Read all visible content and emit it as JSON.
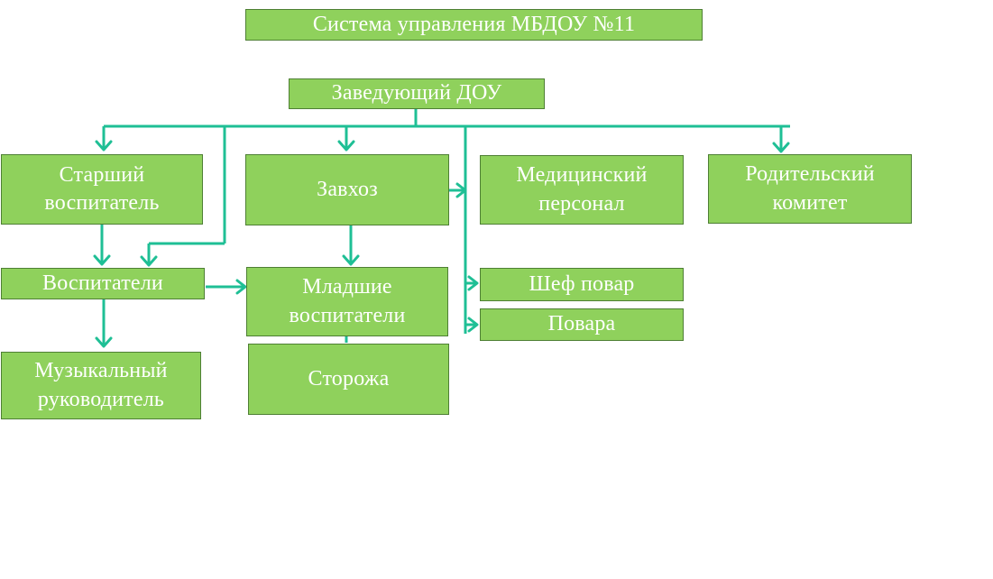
{
  "diagram": {
    "title": "Система управления МБДОУ №11",
    "nodes": {
      "head": "Заведующий ДОУ",
      "senior_educator": "Старший\nвоспитатель",
      "supply_manager": "Завхоз",
      "medical_staff": "Медицинский\nперсонал",
      "parent_committee": "Родительский\nкомитет",
      "educators": "Воспитатели",
      "junior_educators": "Младшие\nвоспитатели",
      "chef": "Шеф повар",
      "cooks": "Повара",
      "music_director": "Музыкальный\nруководитель",
      "watchmen": "Сторожа"
    },
    "colors": {
      "box_fill": "#8fd15c",
      "box_border": "#4e7f34",
      "box_text": "#ffffff",
      "connector": "#1fbf95"
    }
  }
}
